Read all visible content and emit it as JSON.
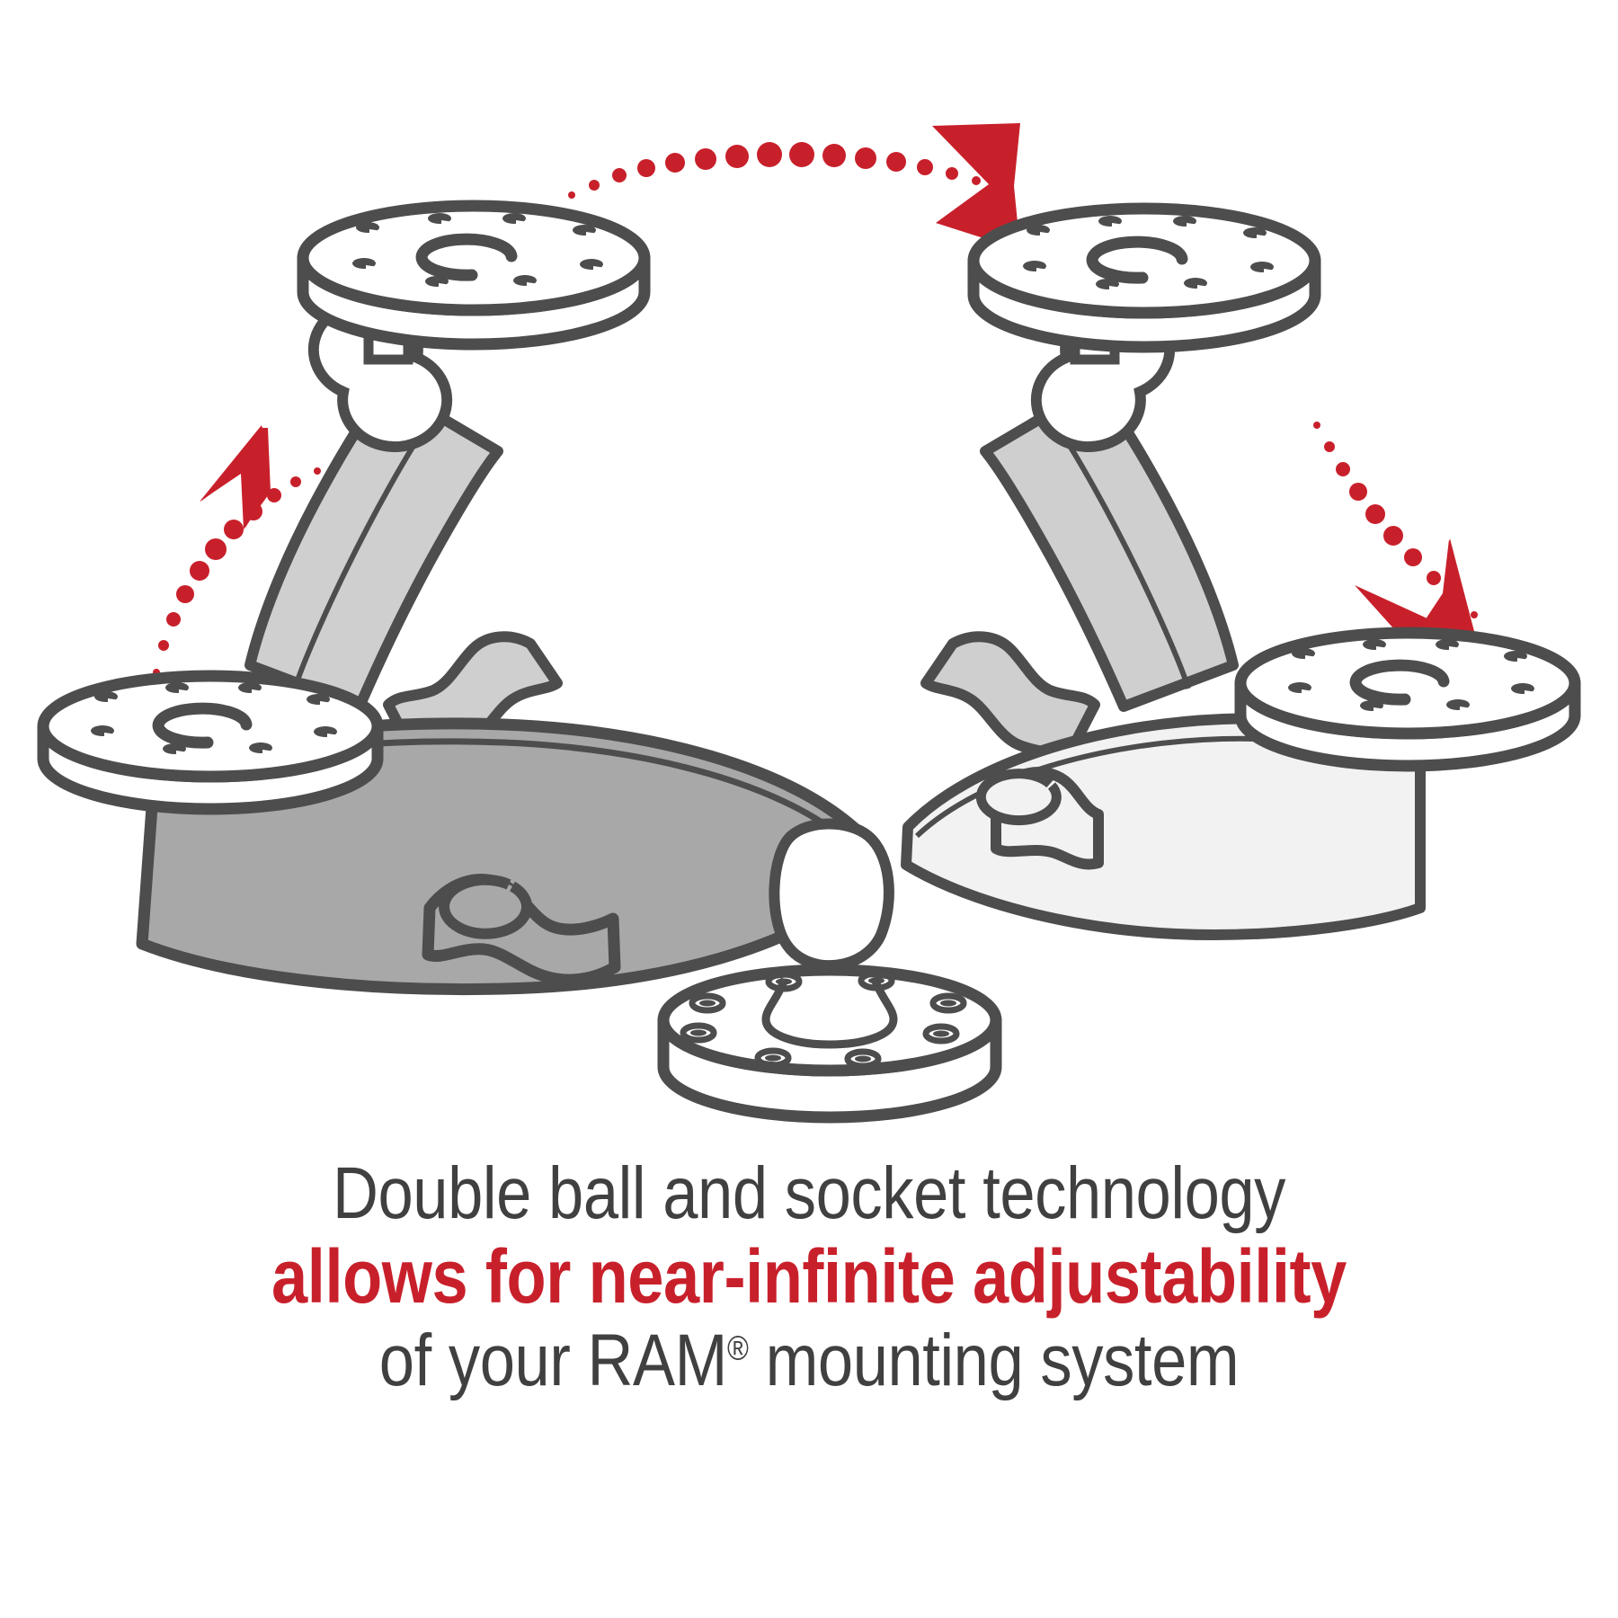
{
  "page": {
    "background_color": "#FFFFFF",
    "type": "product-illustration-with-caption"
  },
  "caption": {
    "line1": "Double ball and socket technology",
    "line2": "allows for near-infinite adjustability",
    "line3_before": "of your RAM",
    "line3_sup": "®",
    "line3_after": " mounting system",
    "line1_color": "#404040",
    "line2_color": "#C8202B",
    "line3_color": "#404040"
  },
  "illustration": {
    "title": "RAM double ball and socket mount diagram",
    "outline_color": "#4D4D4D",
    "fill_light": "#CFCFCF",
    "fill_mid": "#A8A8A8",
    "fill_white": "#FFFFFF",
    "accent_red": "#C8202B",
    "components": [
      {
        "name": "round-base-plate-upper-left",
        "label": "round mounting plate",
        "state": "upper left position"
      },
      {
        "name": "round-base-plate-upper-right",
        "label": "round mounting plate",
        "state": "upper right position"
      },
      {
        "name": "round-base-plate-lower-left",
        "label": "round mounting plate",
        "state": "lower left position"
      },
      {
        "name": "round-base-plate-lower-right",
        "label": "round mounting plate",
        "state": "lower right position"
      },
      {
        "name": "double-socket-arm-left",
        "label": "double socket arm",
        "state": "raised left"
      },
      {
        "name": "double-socket-arm-right",
        "label": "double socket arm",
        "state": "raised right"
      },
      {
        "name": "double-socket-arm-horizontal-left",
        "label": "double socket arm",
        "state": "horizontal left"
      },
      {
        "name": "double-socket-arm-horizontal-right",
        "label": "double socket arm",
        "state": "horizontal right"
      },
      {
        "name": "tightening-knob-left",
        "label": "tightening knob"
      },
      {
        "name": "tightening-knob-right",
        "label": "tightening knob"
      },
      {
        "name": "mounting-flange-base",
        "label": "round drill-down flange base with screw holes"
      }
    ],
    "arrows": [
      {
        "name": "arrow-top",
        "direction": "left-to-right arc",
        "style": "dotted with chevron head"
      },
      {
        "name": "arrow-left",
        "direction": "bottom-left to top-right arc",
        "style": "dotted with chevron head"
      },
      {
        "name": "arrow-right",
        "direction": "top-left to bottom-right arc",
        "style": "dotted with chevron head"
      }
    ]
  }
}
